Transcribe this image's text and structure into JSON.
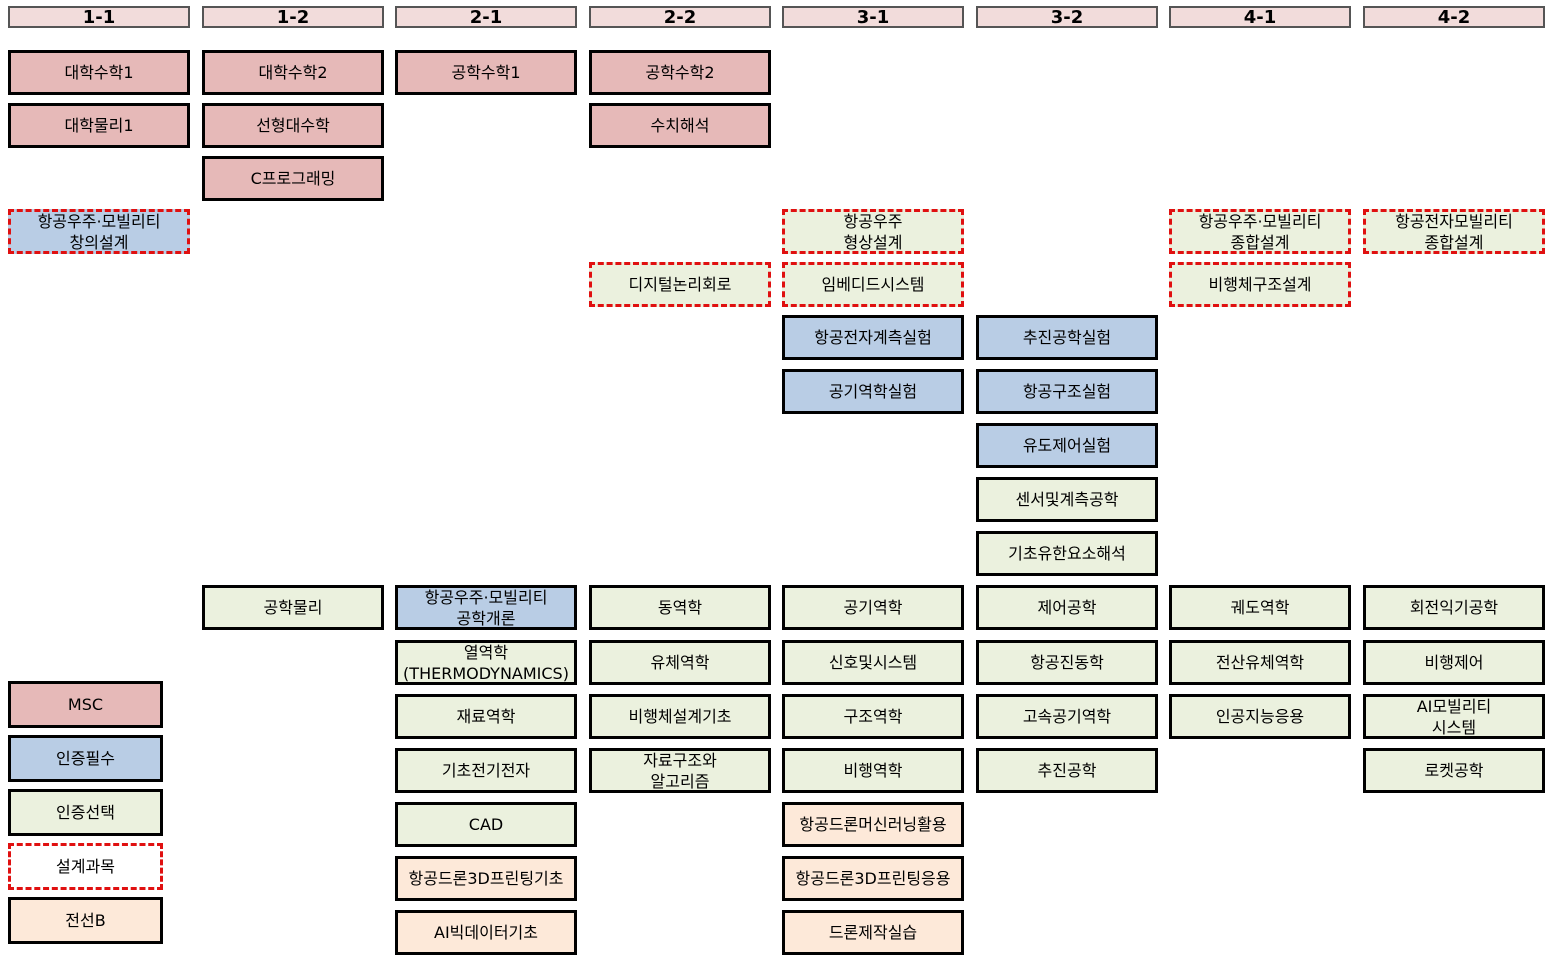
{
  "semesters": [
    "1-1",
    "1-2",
    "2-1",
    "2-2",
    "3-1",
    "3-2",
    "4-1",
    "4-2"
  ],
  "legend": [
    {
      "label": "MSC",
      "cat": "msc"
    },
    {
      "label": "인증필수",
      "cat": "req"
    },
    {
      "label": "인증선택",
      "cat": "sel"
    },
    {
      "label": "설계과목",
      "cat": "design"
    },
    {
      "label": "전선B",
      "cat": "elec"
    }
  ],
  "colors": {
    "msc": "#e6b9b8",
    "req": "#b9cde5",
    "sel": "#ebf1de",
    "elec": "#fde9d9",
    "design_border": "#e01010",
    "header": "#f2dcdb"
  },
  "courses": [
    {
      "label": "대학수학1",
      "sem": 0,
      "row": 0,
      "cat": "msc"
    },
    {
      "label": "대학물리1",
      "sem": 0,
      "row": 1,
      "cat": "msc"
    },
    {
      "label": "항공우주·모빌리티\n창의설계",
      "sem": 0,
      "row": 3,
      "cat": "req",
      "design": true
    },
    {
      "label": "대학수학2",
      "sem": 1,
      "row": 0,
      "cat": "msc"
    },
    {
      "label": "선형대수학",
      "sem": 1,
      "row": 1,
      "cat": "msc"
    },
    {
      "label": "C프로그래밍",
      "sem": 1,
      "row": 2,
      "cat": "msc"
    },
    {
      "label": "공학물리",
      "sem": 1,
      "row": 10,
      "cat": "sel"
    },
    {
      "label": "공학수학1",
      "sem": 2,
      "row": 0,
      "cat": "msc"
    },
    {
      "label": "항공우주·모빌리티\n공학개론",
      "sem": 2,
      "row": 10,
      "cat": "req"
    },
    {
      "label": "열역학\n(THERMODYNAMICS)",
      "sem": 2,
      "row": 11,
      "cat": "sel"
    },
    {
      "label": "재료역학",
      "sem": 2,
      "row": 12,
      "cat": "sel"
    },
    {
      "label": "기초전기전자",
      "sem": 2,
      "row": 13,
      "cat": "sel"
    },
    {
      "label": "CAD",
      "sem": 2,
      "row": 14,
      "cat": "sel"
    },
    {
      "label": "항공드론3D프린팅기초",
      "sem": 2,
      "row": 15,
      "cat": "elec"
    },
    {
      "label": "AI빅데이터기초",
      "sem": 2,
      "row": 16,
      "cat": "elec"
    },
    {
      "label": "공학수학2",
      "sem": 3,
      "row": 0,
      "cat": "msc"
    },
    {
      "label": "수치해석",
      "sem": 3,
      "row": 1,
      "cat": "msc"
    },
    {
      "label": "디지털논리회로",
      "sem": 3,
      "row": 4,
      "cat": "sel",
      "design": true
    },
    {
      "label": "동역학",
      "sem": 3,
      "row": 10,
      "cat": "sel"
    },
    {
      "label": "유체역학",
      "sem": 3,
      "row": 11,
      "cat": "sel"
    },
    {
      "label": "비행체설계기초",
      "sem": 3,
      "row": 12,
      "cat": "sel"
    },
    {
      "label": "자료구조와\n알고리즘",
      "sem": 3,
      "row": 13,
      "cat": "sel"
    },
    {
      "label": "항공우주\n형상설계",
      "sem": 4,
      "row": 3,
      "cat": "sel",
      "design": true
    },
    {
      "label": "임베디드시스템",
      "sem": 4,
      "row": 4,
      "cat": "sel",
      "design": true
    },
    {
      "label": "항공전자계측실험",
      "sem": 4,
      "row": 5,
      "cat": "req"
    },
    {
      "label": "공기역학실험",
      "sem": 4,
      "row": 6,
      "cat": "req"
    },
    {
      "label": "공기역학",
      "sem": 4,
      "row": 10,
      "cat": "sel"
    },
    {
      "label": "신호및시스템",
      "sem": 4,
      "row": 11,
      "cat": "sel"
    },
    {
      "label": "구조역학",
      "sem": 4,
      "row": 12,
      "cat": "sel"
    },
    {
      "label": "비행역학",
      "sem": 4,
      "row": 13,
      "cat": "sel"
    },
    {
      "label": "항공드론머신러닝활용",
      "sem": 4,
      "row": 14,
      "cat": "elec"
    },
    {
      "label": "항공드론3D프린팅응용",
      "sem": 4,
      "row": 15,
      "cat": "elec"
    },
    {
      "label": "드론제작실습",
      "sem": 4,
      "row": 16,
      "cat": "elec"
    },
    {
      "label": "추진공학실험",
      "sem": 5,
      "row": 5,
      "cat": "req"
    },
    {
      "label": "항공구조실험",
      "sem": 5,
      "row": 6,
      "cat": "req"
    },
    {
      "label": "유도제어실험",
      "sem": 5,
      "row": 7,
      "cat": "req"
    },
    {
      "label": "센서및계측공학",
      "sem": 5,
      "row": 8,
      "cat": "sel"
    },
    {
      "label": "기초유한요소해석",
      "sem": 5,
      "row": 9,
      "cat": "sel"
    },
    {
      "label": "제어공학",
      "sem": 5,
      "row": 10,
      "cat": "sel"
    },
    {
      "label": "항공진동학",
      "sem": 5,
      "row": 11,
      "cat": "sel"
    },
    {
      "label": "고속공기역학",
      "sem": 5,
      "row": 12,
      "cat": "sel"
    },
    {
      "label": "추진공학",
      "sem": 5,
      "row": 13,
      "cat": "sel"
    },
    {
      "label": "항공우주·모빌리티\n종합설계",
      "sem": 6,
      "row": 3,
      "cat": "sel",
      "design": true
    },
    {
      "label": "비행체구조설계",
      "sem": 6,
      "row": 4,
      "cat": "sel",
      "design": true
    },
    {
      "label": "궤도역학",
      "sem": 6,
      "row": 10,
      "cat": "sel"
    },
    {
      "label": "전산유체역학",
      "sem": 6,
      "row": 11,
      "cat": "sel"
    },
    {
      "label": "인공지능응용",
      "sem": 6,
      "row": 12,
      "cat": "sel"
    },
    {
      "label": "항공전자모빌리티\n종합설계",
      "sem": 7,
      "row": 3,
      "cat": "sel",
      "design": true
    },
    {
      "label": "회전익기공학",
      "sem": 7,
      "row": 10,
      "cat": "sel"
    },
    {
      "label": "비행제어",
      "sem": 7,
      "row": 11,
      "cat": "sel"
    },
    {
      "label": "AI모빌리티\n시스템",
      "sem": 7,
      "row": 12,
      "cat": "sel"
    },
    {
      "label": "로켓공학",
      "sem": 7,
      "row": 13,
      "cat": "sel"
    }
  ]
}
